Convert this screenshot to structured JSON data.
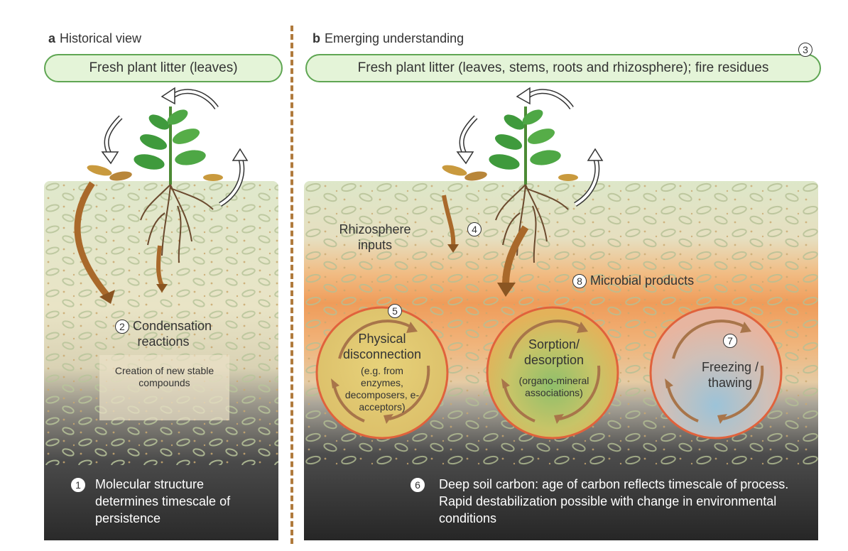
{
  "panel_a": {
    "letter": "a",
    "title": "Historical view",
    "litter": "Fresh plant litter (leaves)",
    "step2_num": "2",
    "step2_text": "Condensation reactions",
    "box_text": "Creation of new stable compounds",
    "step1_num": "1",
    "step1_text": "Molecular structure determines timescale of persistence"
  },
  "panel_b": {
    "letter": "b",
    "title": "Emerging understanding",
    "litter": "Fresh plant litter (leaves, stems, roots and rhizosphere); fire residues",
    "step3_num": "3",
    "step4_num": "4",
    "rhizo_text": "Rhizosphere inputs",
    "step8_num": "8",
    "step8_text": "Microbial products",
    "step5_num": "5",
    "step5_title": "Physical disconnection",
    "step5_detail": "(e.g. from enzymes, decomposers, e-acceptors)",
    "sorption_title": "Sorption/ desorption",
    "sorption_detail": "(organo-mineral associations)",
    "step7_num": "7",
    "step7_text": "Freezing / thawing",
    "step6_num": "6",
    "step6_text": "Deep soil carbon: age of carbon reflects timescale of process. Rapid destabilization possible with change in environmental conditions"
  },
  "colors": {
    "pill_border": "#5fa653",
    "pill_fill": "#e4f4d8",
    "soil_top": "#e2ead0",
    "soil_orange": "#f0a35c",
    "deep_soil": "#2e2e2e",
    "ring": "#e0623c"
  },
  "icons": [
    "plant-icon",
    "cycle-arrow-icon",
    "flow-arrow-icon",
    "circular-arrows-icon"
  ]
}
